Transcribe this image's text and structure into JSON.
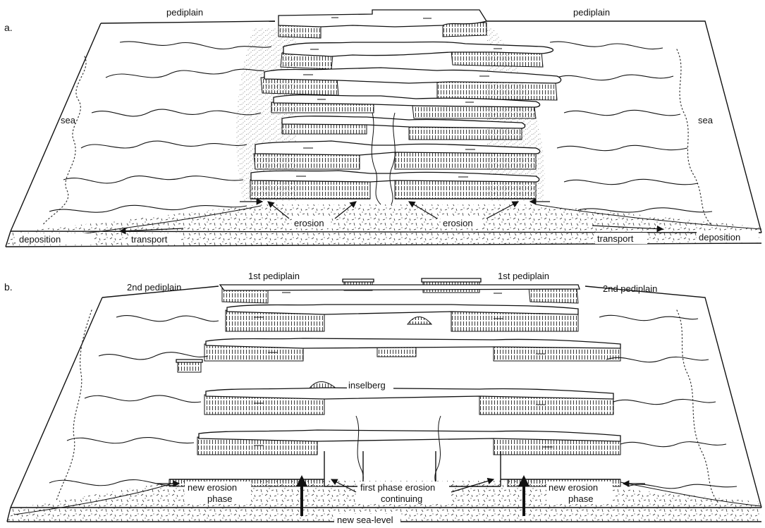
{
  "panels": [
    {
      "id": "a",
      "panel_label": "a.",
      "labels": {
        "pediplain_left": "pediplain",
        "pediplain_right": "pediplain",
        "sea_left": "sea",
        "sea_right": "sea",
        "erosion_left": "erosion",
        "erosion_right": "erosion",
        "deposition_left": "deposition",
        "transport_left": "transport",
        "transport_right": "transport",
        "deposition_right": "deposition"
      }
    },
    {
      "id": "b",
      "panel_label": "b.",
      "labels": {
        "pediplain2_left": "2nd pediplain",
        "pediplain1_left": "1st pediplain",
        "pediplain1_right": "1st pediplain",
        "pediplain2_right": "2nd pediplain",
        "inselberg": "inselberg",
        "new_erosion_left_1": "new erosion",
        "new_erosion_left_2": "phase",
        "first_phase_1": "first phase erosion",
        "first_phase_2": "continuing",
        "new_erosion_right_1": "new erosion",
        "new_erosion_right_2": "phase",
        "new_sea_level": "new sea-level"
      }
    }
  ]
}
